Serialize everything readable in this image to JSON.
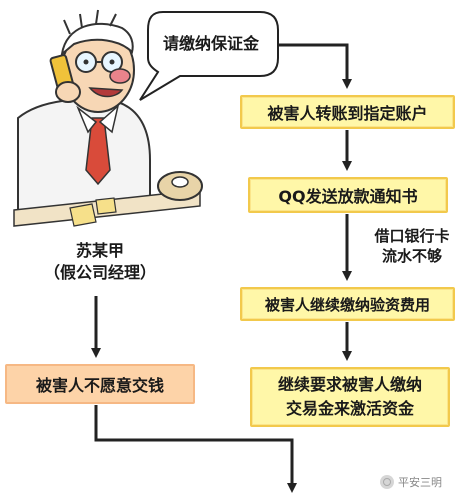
{
  "speech_bubble": "请缴纳保证金",
  "steps": [
    "被害人转账到指定账户",
    "QQ发送放款通知书",
    "被害人继续缴纳验资费用"
  ],
  "final_step": [
    "继续要求被害人缴纳",
    "交易金来激活资金"
  ],
  "side_label": [
    "借口银行卡",
    "流水不够"
  ],
  "person": {
    "name": "苏某甲",
    "role": "（假公司经理）"
  },
  "refuse_box": "被害人不愿意交钱",
  "watermark": "平安三明",
  "colors": {
    "step_fill": "#fff7a8",
    "step_border": "#f2c94c",
    "refuse_fill": "#fdd3a8",
    "arrow": "#222222"
  }
}
